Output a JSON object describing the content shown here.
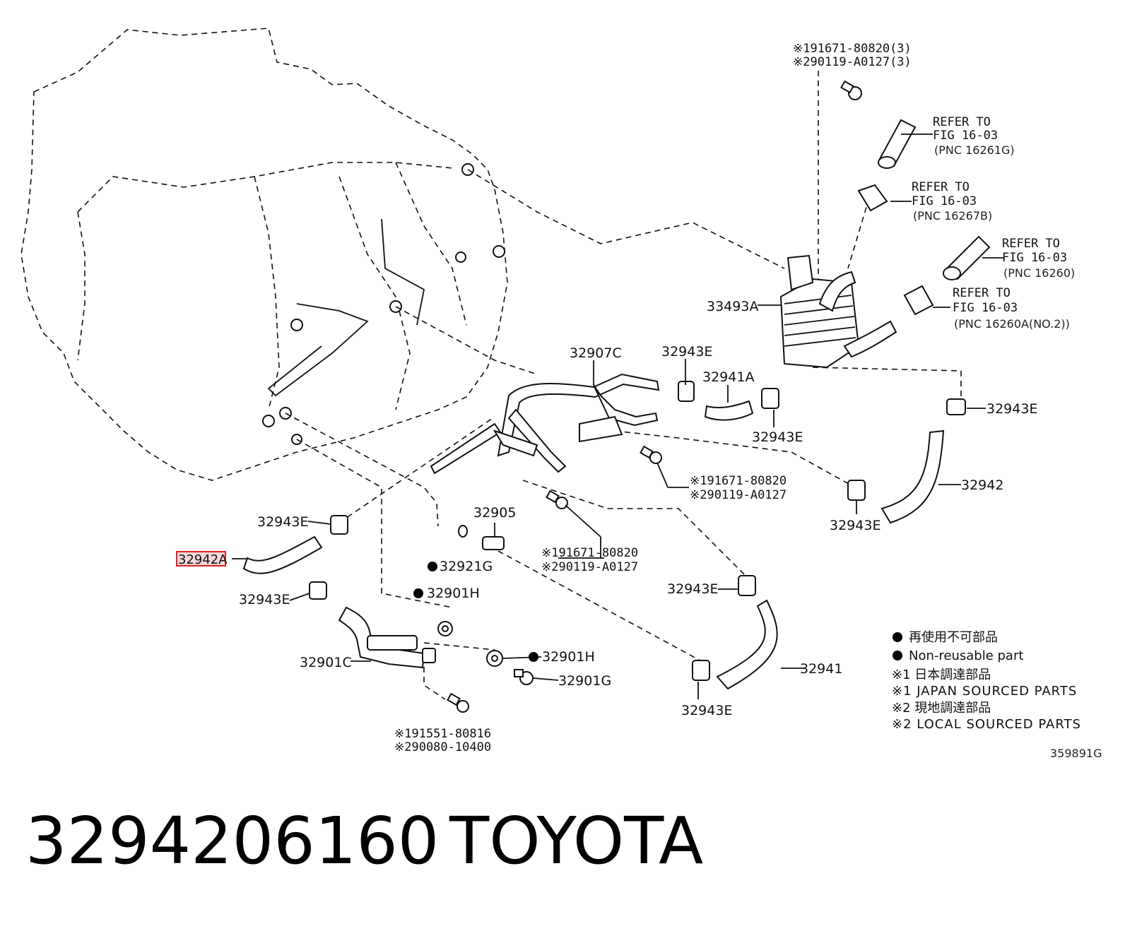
{
  "diagram": {
    "parts": {
      "bolt_top_1": "※191671-80820(3)",
      "bolt_top_2": "※290119-A0127(3)",
      "ref1": [
        "REFER TO",
        "FIG 16-03",
        "(PNC 16261G)"
      ],
      "ref2": [
        "REFER TO",
        "FIG 16-03",
        "(PNC 16267B)"
      ],
      "ref3": [
        "REFER TO",
        "FIG 16-03",
        "(PNC 16260)"
      ],
      "ref4": [
        "REFER TO",
        "FIG 16-03",
        "(PNC 16260A(NO.2))"
      ],
      "cooler": "33493A",
      "p32907C": "32907C",
      "p32943E_a": "32943E",
      "p32941A": "32941A",
      "p32943E_b": "32943E",
      "p32943E_c": "32943E",
      "bolt_mid_1": "※191671-80820",
      "bolt_mid_2": "※290119-A0127",
      "p32942": "32942",
      "p32943E_d": "32943E",
      "p32943E_e": "32943E",
      "p32905": "32905",
      "bolt_low_1": "※191671-80820",
      "bolt_low_2": "※290119-A0127",
      "p32942A": "32942A",
      "p32921G": "32921G",
      "p32943E_f": "32943E",
      "p32901H_a": "32901H",
      "p32943E_g": "32943E",
      "p32941": "32941",
      "p32901C": "32901C",
      "p32901H_b": "32901H",
      "p32901G": "32901G",
      "p32943E_h": "32943E",
      "bolt_bot_1": "※191551-80816",
      "bolt_bot_2": "※290080-10400"
    },
    "legend": [
      "再使用不可部品",
      "Non-reusable part",
      "※1 日本調達部品",
      "※1 JAPAN SOURCED PARTS",
      "※2 現地調達部品",
      "※2 LOCAL SOURCED PARTS"
    ],
    "figure_code": "359891G"
  },
  "footer": {
    "part_number": "3294206160",
    "brand": "TOYOTA"
  }
}
